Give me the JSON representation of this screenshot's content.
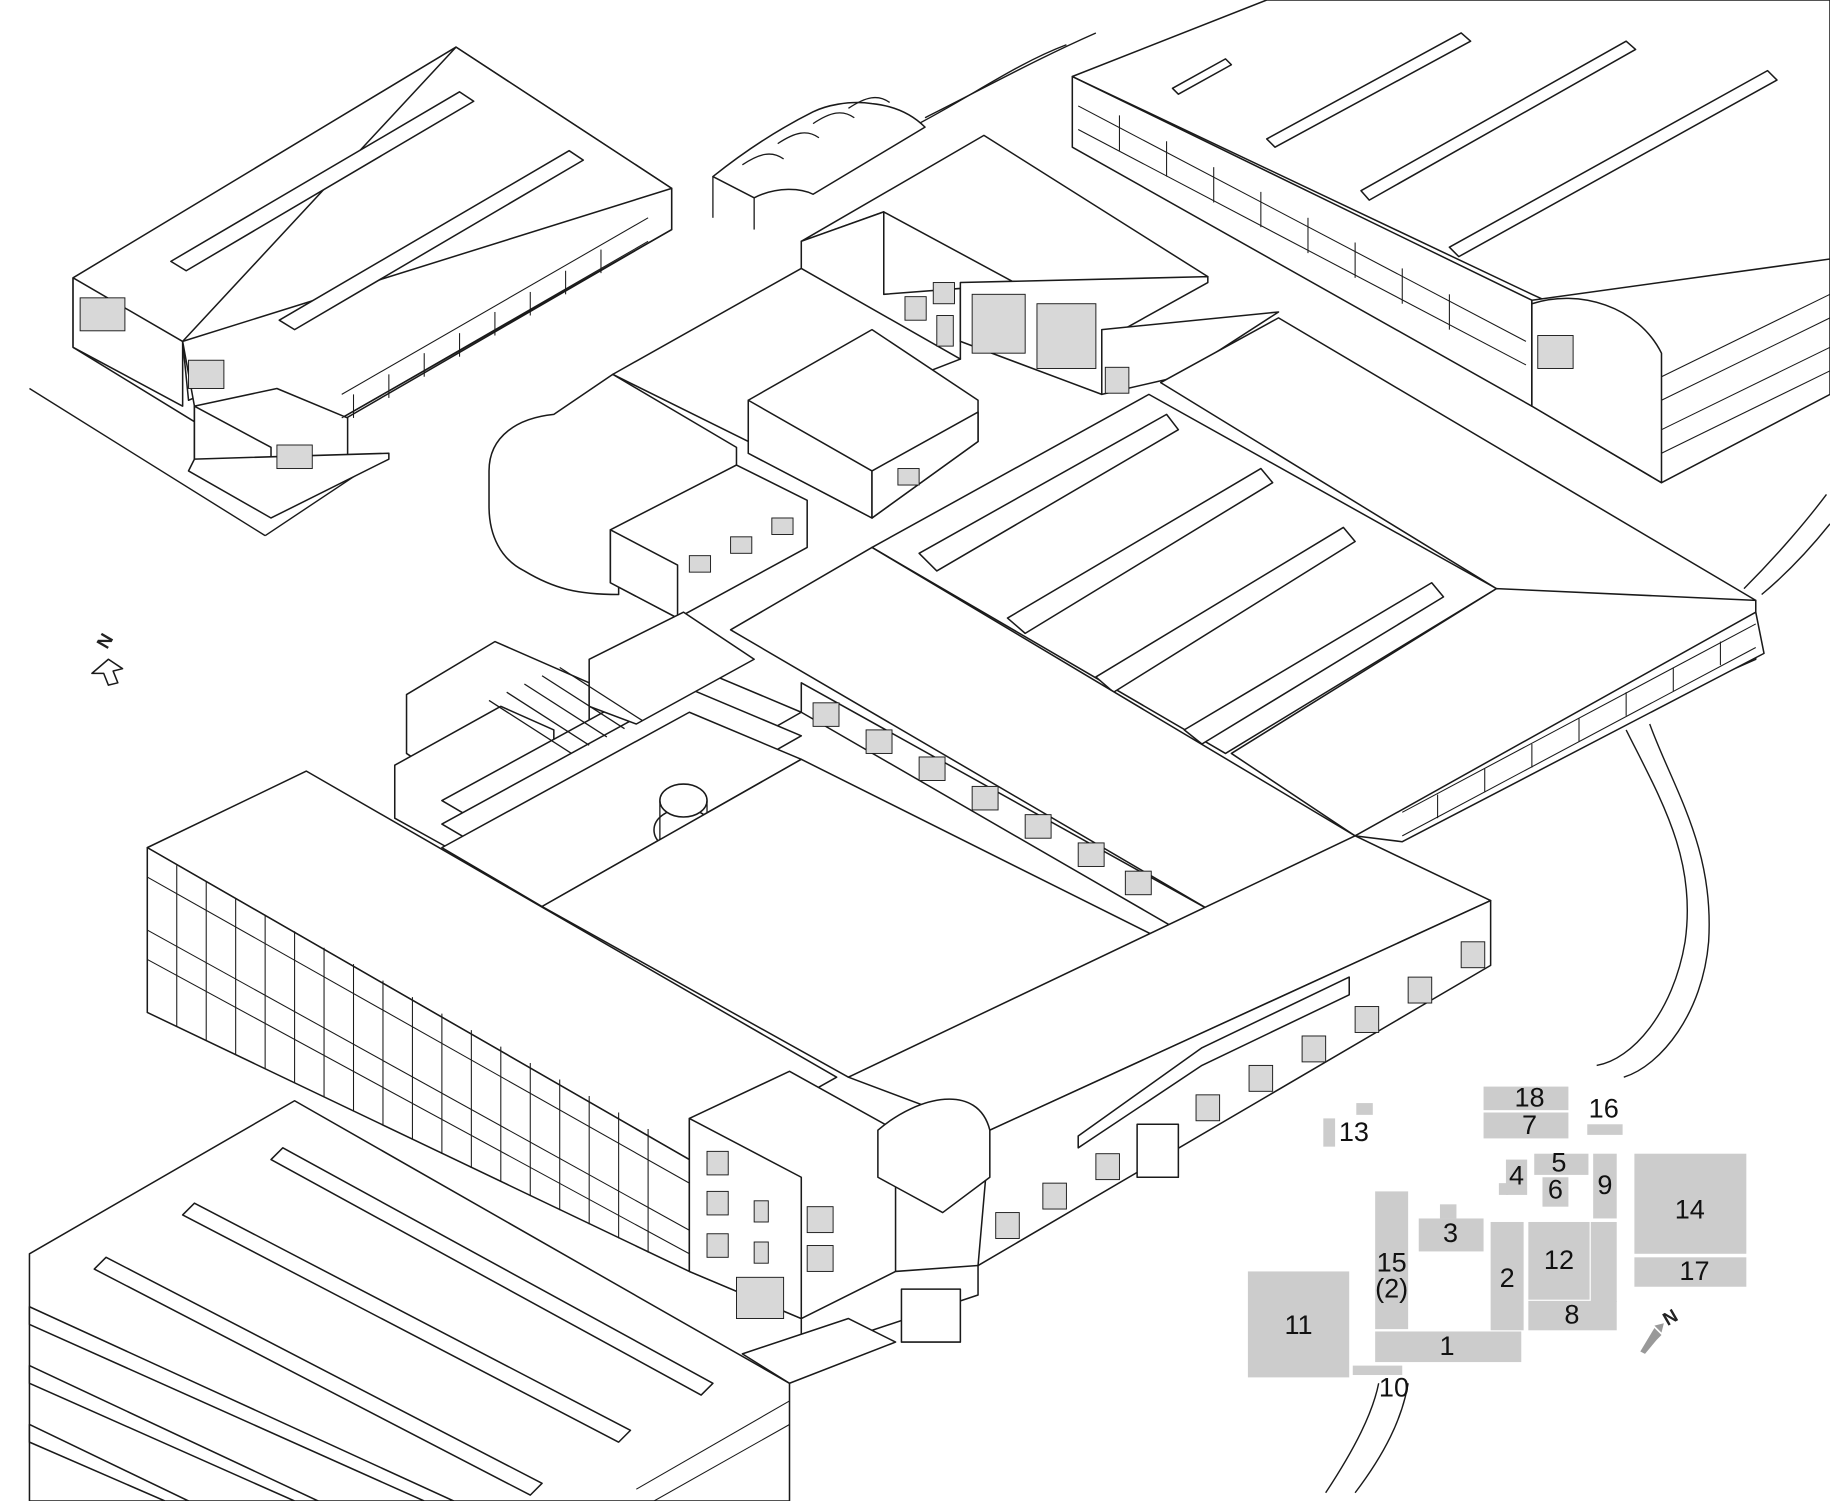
{
  "north_label": "N",
  "plan_labels": {
    "b1": "1",
    "b2": "2",
    "b3": "3",
    "b4": "4",
    "b5": "5",
    "b6": "6",
    "b7": "7",
    "b8": "8",
    "b9": "9",
    "b10": "10",
    "b11": "11",
    "b12": "12",
    "b13": "13",
    "b14": "14",
    "b15": "15",
    "b15_sub": "(2)",
    "b16": "16",
    "b17": "17",
    "b18": "18"
  },
  "colors": {
    "line": "#1a1a1a",
    "plan_fill": "#cccccc",
    "background": "#ffffff"
  }
}
